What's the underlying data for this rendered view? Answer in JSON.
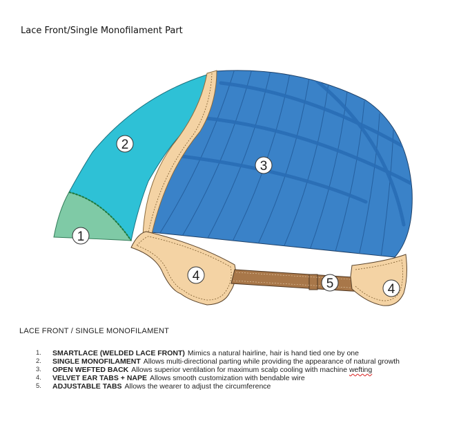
{
  "title": "Lace Front/Single Monofilament Part",
  "section_title": "LACE FRONT / SINGLE MONOFILAMENT",
  "colors": {
    "lace_front": "#7fcaa6",
    "mono": "#2ec1d6",
    "wefted_back": "#3a82c8",
    "tabs": "#f4d3a4",
    "strap": "#a87749"
  },
  "callouts": [
    {
      "number": "1"
    },
    {
      "number": "2"
    },
    {
      "number": "3"
    },
    {
      "number": "4"
    },
    {
      "number": "5"
    },
    {
      "number": "4"
    }
  ],
  "legend": [
    {
      "number": "1.",
      "term": "SMARTLACE (WELDED LACE FRONT)",
      "description": "Mimics a natural hairline, hair is hand tied one by one"
    },
    {
      "number": "2.",
      "term": "SINGLE MONOFILAMENT",
      "description": "Allows multi-directional parting while providing the appearance of natural growth"
    },
    {
      "number": "3.",
      "term": "OPEN WEFTED BACK",
      "description": "Allows superior ventilation for maximum scalp cooling with machine",
      "flagged_word": "wefting"
    },
    {
      "number": "4.",
      "term": "VELVET EAR TABS + NAPE",
      "description": "Allows smooth customization with bendable wire"
    },
    {
      "number": "5.",
      "term": "ADJUSTABLE TABS",
      "description": "Allows the wearer to adjust the circumference"
    }
  ]
}
